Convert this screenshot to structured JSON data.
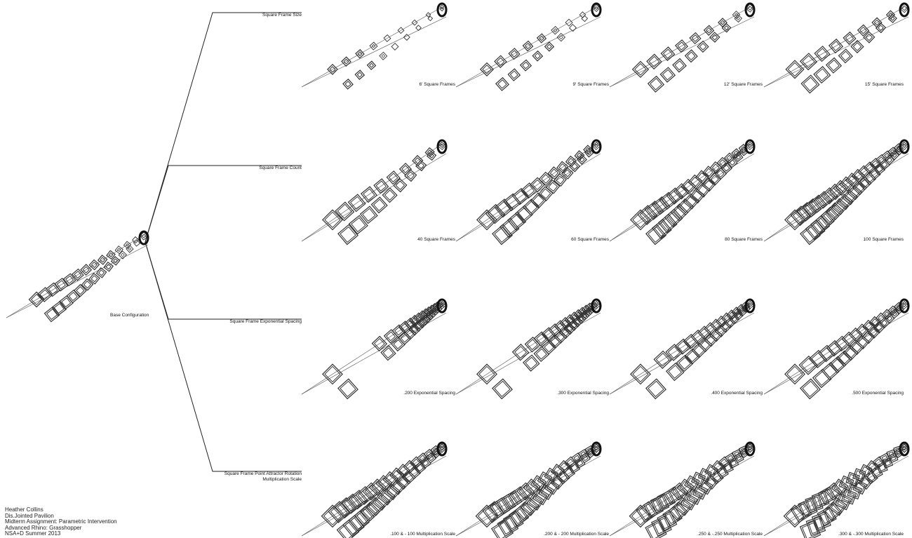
{
  "base": {
    "label": "Base Configuration"
  },
  "branches": [
    {
      "label": "Square Frame Size"
    },
    {
      "label": "Square Frame Count"
    },
    {
      "label": "Square Frame Exponential Spacing"
    },
    {
      "label_line1": "Square Frame Point Attractor Rotation",
      "label_line2": "Multiplication Scale"
    }
  ],
  "variants": [
    [
      "6' Square Frames",
      "9' Square Frames",
      "12' Square Frames",
      "15' Square Frames"
    ],
    [
      "40 Square Frames",
      "60 Square Frames",
      "80 Square Frames",
      "100 Square Frames"
    ],
    [
      ".200 Exponential Spacing",
      ".300 Exponential Spacing",
      ".400 Exponential Spacing",
      ".500 Exponential Spacing"
    ],
    [
      ".100  &  - 100 Multiplication Scale",
      ".200  &  - 200 Multiplication Scale",
      ".250  &  -.250 Multiplication Scale",
      ".300  &  -.300 Multiplication Scale"
    ]
  ],
  "credits": [
    "Heather Collins",
    "Dis.Jointed Pavilion",
    "Midterm Assignment: Parametric Intervention",
    "Advanced Rhino: Grasshopper",
    "NSA+D Summer 2013"
  ]
}
